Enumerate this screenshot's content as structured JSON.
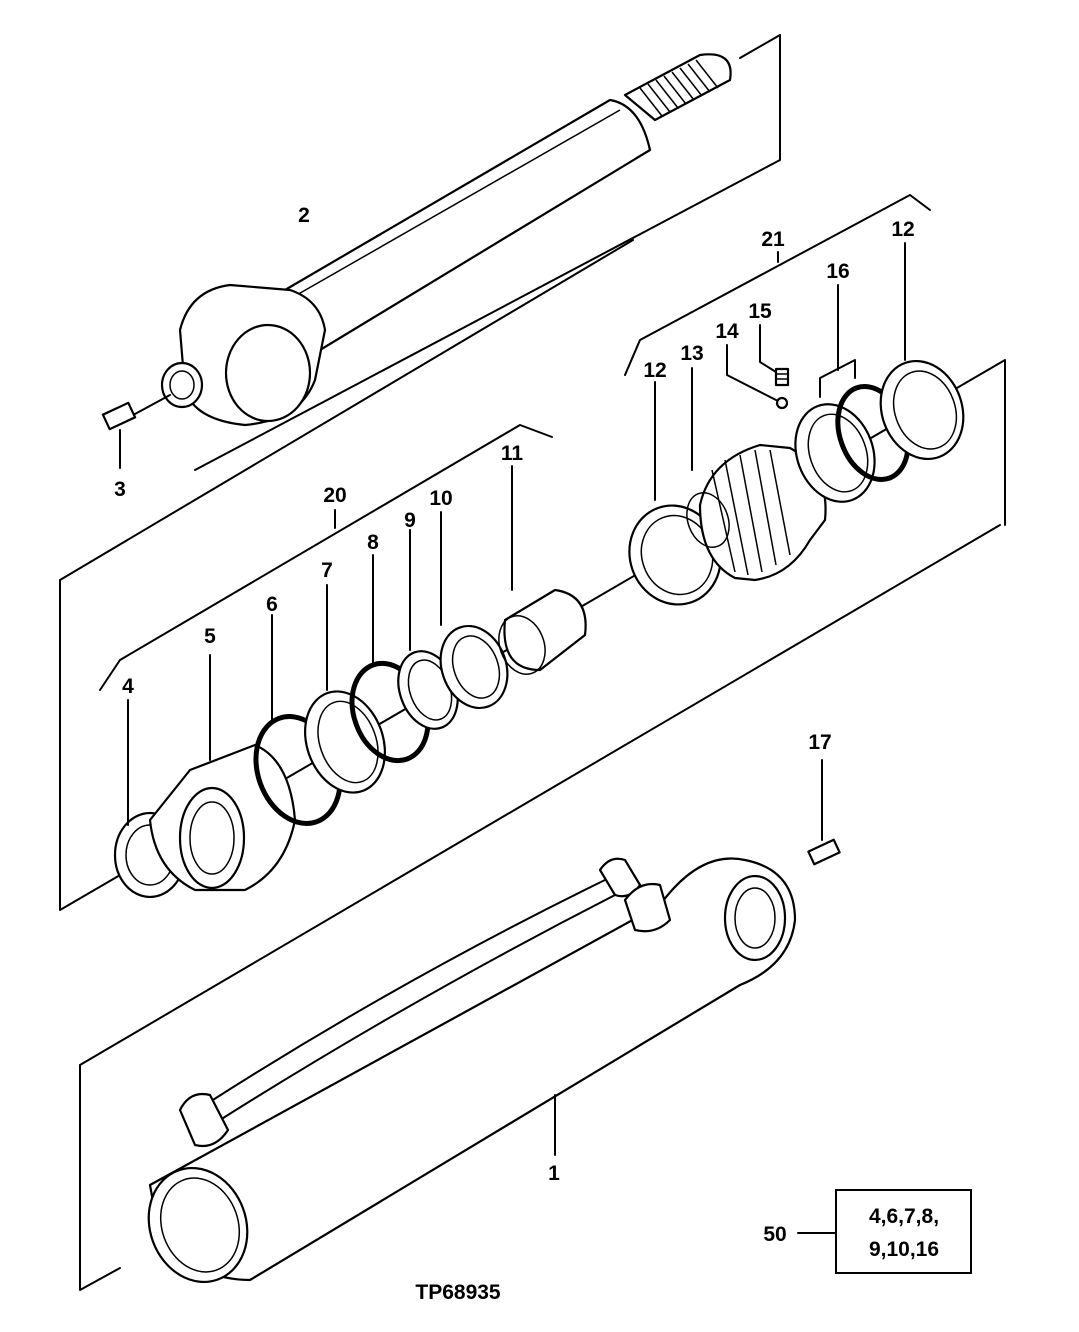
{
  "figure_id": "TP68935",
  "callouts": {
    "c1": "1",
    "c2": "2",
    "c3": "3",
    "c4": "4",
    "c5": "5",
    "c6": "6",
    "c7": "7",
    "c8": "8",
    "c9": "9",
    "c10": "10",
    "c11": "11",
    "c12a": "12",
    "c12b": "12",
    "c13": "13",
    "c14": "14",
    "c15": "15",
    "c16": "16",
    "c17": "17",
    "c20": "20",
    "c21": "21",
    "c50": "50"
  },
  "kit": {
    "line1": "4,6,7,8,",
    "line2": "9,10,16"
  }
}
